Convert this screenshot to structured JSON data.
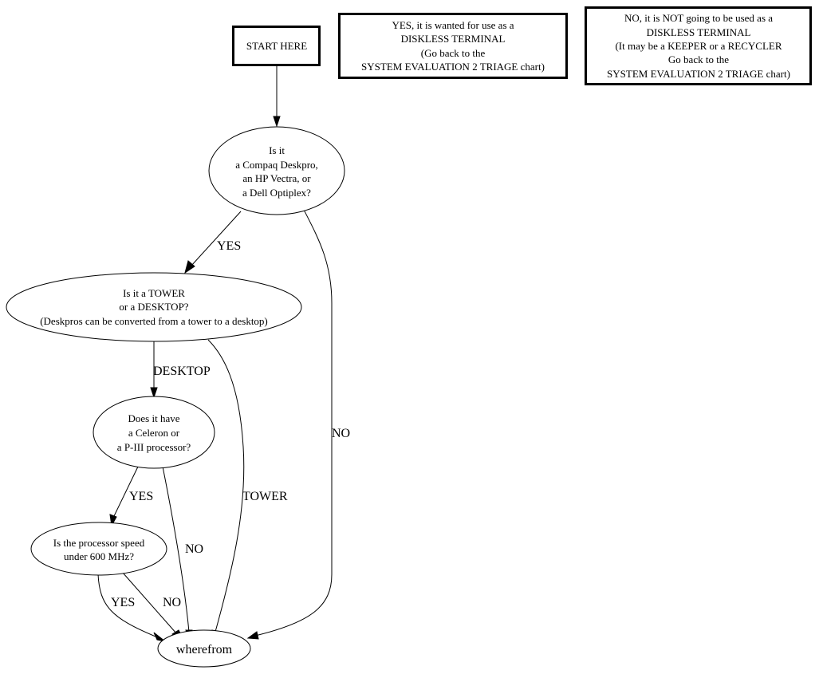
{
  "diagram": {
    "nodes": {
      "start": {
        "lines": [
          "START HERE"
        ]
      },
      "yes_box": {
        "lines": [
          "YES, it is wanted for use as a",
          "DISKLESS TERMINAL",
          "(Go back to the",
          "SYSTEM EVALUATION 2 TRIAGE chart)"
        ]
      },
      "no_box": {
        "lines": [
          "NO, it is NOT going to be used as a",
          "DISKLESS TERMINAL",
          "(It may be a KEEPER or a RECYCLER",
          "Go back to the",
          "SYSTEM EVALUATION 2 TRIAGE chart)"
        ]
      },
      "brand": {
        "lines": [
          "Is it",
          "a Compaq Deskpro,",
          "an HP Vectra, or",
          "a Dell Optiplex?"
        ]
      },
      "form": {
        "lines": [
          "Is it a TOWER",
          "or a DESKTOP?",
          "(Deskpros can be converted from a tower to a desktop)"
        ]
      },
      "cpu": {
        "lines": [
          "Does it have",
          "a Celeron or",
          "a P-III processor?"
        ]
      },
      "speed": {
        "lines": [
          "Is the processor speed",
          "under 600 MHz?"
        ]
      },
      "wherefrom": {
        "lines": [
          "wherefrom"
        ]
      }
    },
    "edges": {
      "start_brand": {
        "label": ""
      },
      "brand_form": {
        "label": "YES"
      },
      "brand_wherefrom": {
        "label": "NO"
      },
      "form_cpu": {
        "label": "DESKTOP"
      },
      "form_wherefrom": {
        "label": "TOWER"
      },
      "cpu_speed": {
        "label": "YES"
      },
      "cpu_wherefrom": {
        "label": "NO"
      },
      "speed_yes": {
        "label": "YES"
      },
      "speed_no": {
        "label": "NO"
      }
    }
  }
}
